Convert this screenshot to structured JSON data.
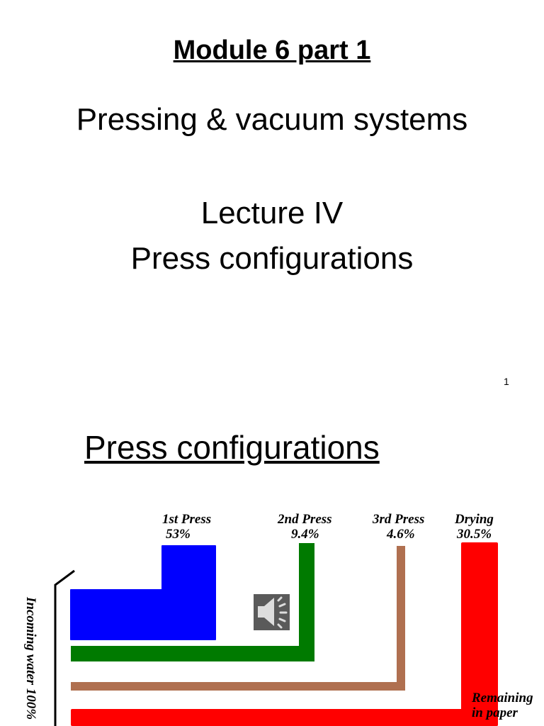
{
  "slide1": {
    "title": "Module 6 part 1",
    "subtitle": "Pressing & vacuum systems",
    "lecture": "Lecture IV",
    "lecture_topic": "Press configurations",
    "page_number": "1"
  },
  "slide2": {
    "title": "Press configurations",
    "diagram": {
      "press1": {
        "label": "1st Press",
        "value": "53%"
      },
      "press2": {
        "label": "2nd Press",
        "value": "9.4%"
      },
      "press3": {
        "label": "3rd Press",
        "value": "4.6%"
      },
      "drying": {
        "label": "Drying",
        "value": "30.5%"
      },
      "incoming": "Incoming water 100%",
      "remaining_line1": "Remaining",
      "remaining_line2": "in paper",
      "colors": {
        "press1": "#0000ff",
        "press2": "#007a00",
        "press3": "#b07050",
        "drying": "#ff0000",
        "speaker_bg": "#5a5a5a"
      }
    }
  }
}
